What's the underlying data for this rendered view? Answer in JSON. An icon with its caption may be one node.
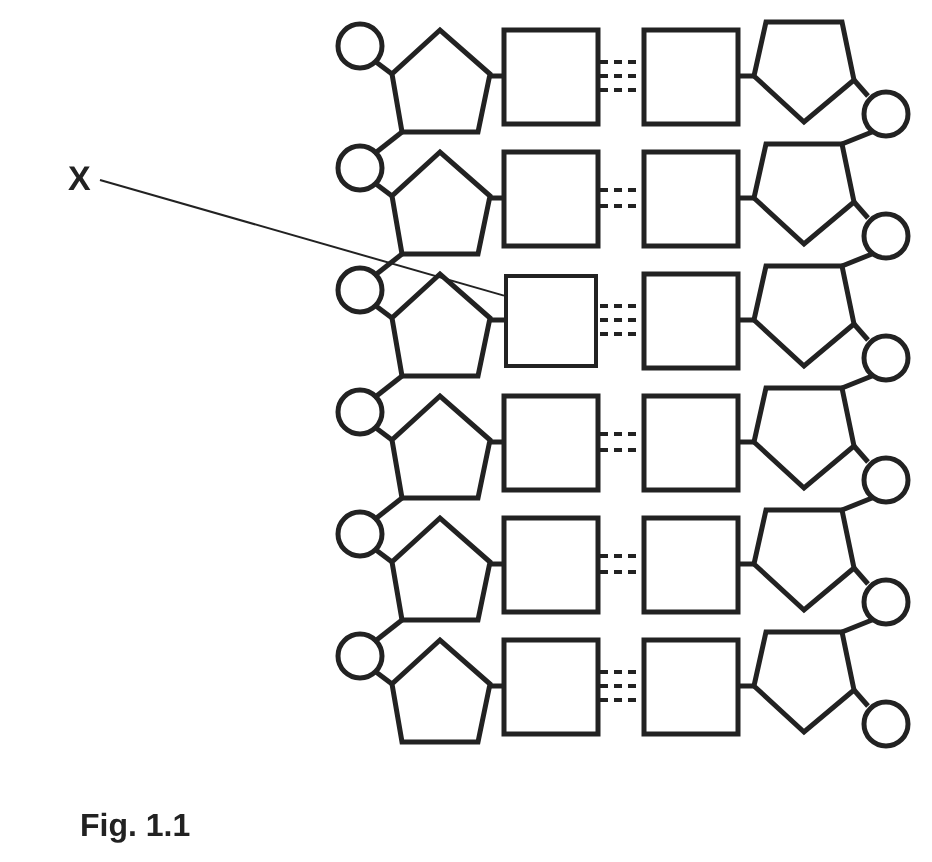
{
  "diagram": {
    "caption": "Fig. 1.1",
    "nodes": [
      {
        "text": [
          "X"
        ]
      },
      {
        "text": [],
        "shape": "box"
      }
    ],
    "edges": [
      {
        "from": 0,
        "to": 1,
        "arrow": "none"
      }
    ]
  }
}
